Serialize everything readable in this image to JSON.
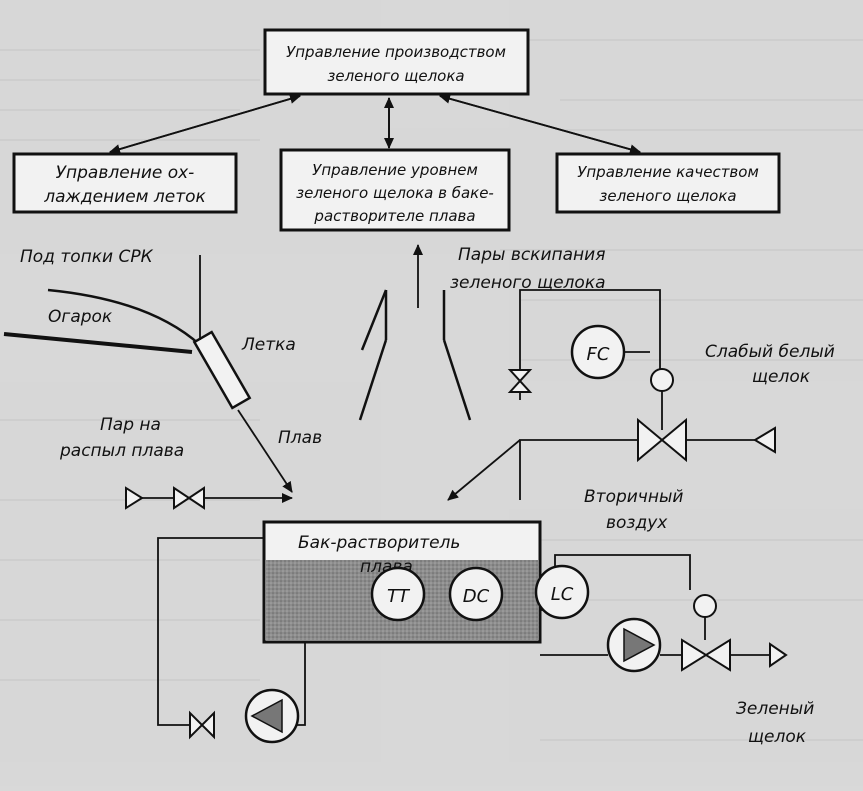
{
  "boxes": {
    "production": [
      "Управление производством",
      "зеленого щелока"
    ],
    "cooling": [
      "Управление ох-",
      "лаждением леток"
    ],
    "level": [
      "Управление уровнем",
      "зеленого щелока в баке-",
      "растворителе плава"
    ],
    "quality": [
      "Управление качеством",
      "зеленого щелока"
    ]
  },
  "labels": {
    "furnace": "Под топки СРК",
    "cinder": "Огарок",
    "spout": "Летка",
    "steam": [
      "Пар на",
      "распыл плава"
    ],
    "smelt": "Плав",
    "vapors": [
      "Пары вскипания",
      "зеленого щелока"
    ],
    "weak_liquor": [
      "Слабый белый",
      "щелок"
    ],
    "secondary_air": [
      "Вторичный",
      "воздух"
    ],
    "tank": [
      "Бак-растворитель",
      "плава"
    ],
    "green_liquor": [
      "Зеленый",
      "щелок"
    ]
  },
  "instruments": {
    "fc": "FC",
    "tt": "TT",
    "dc": "DC",
    "lc": "LC"
  }
}
